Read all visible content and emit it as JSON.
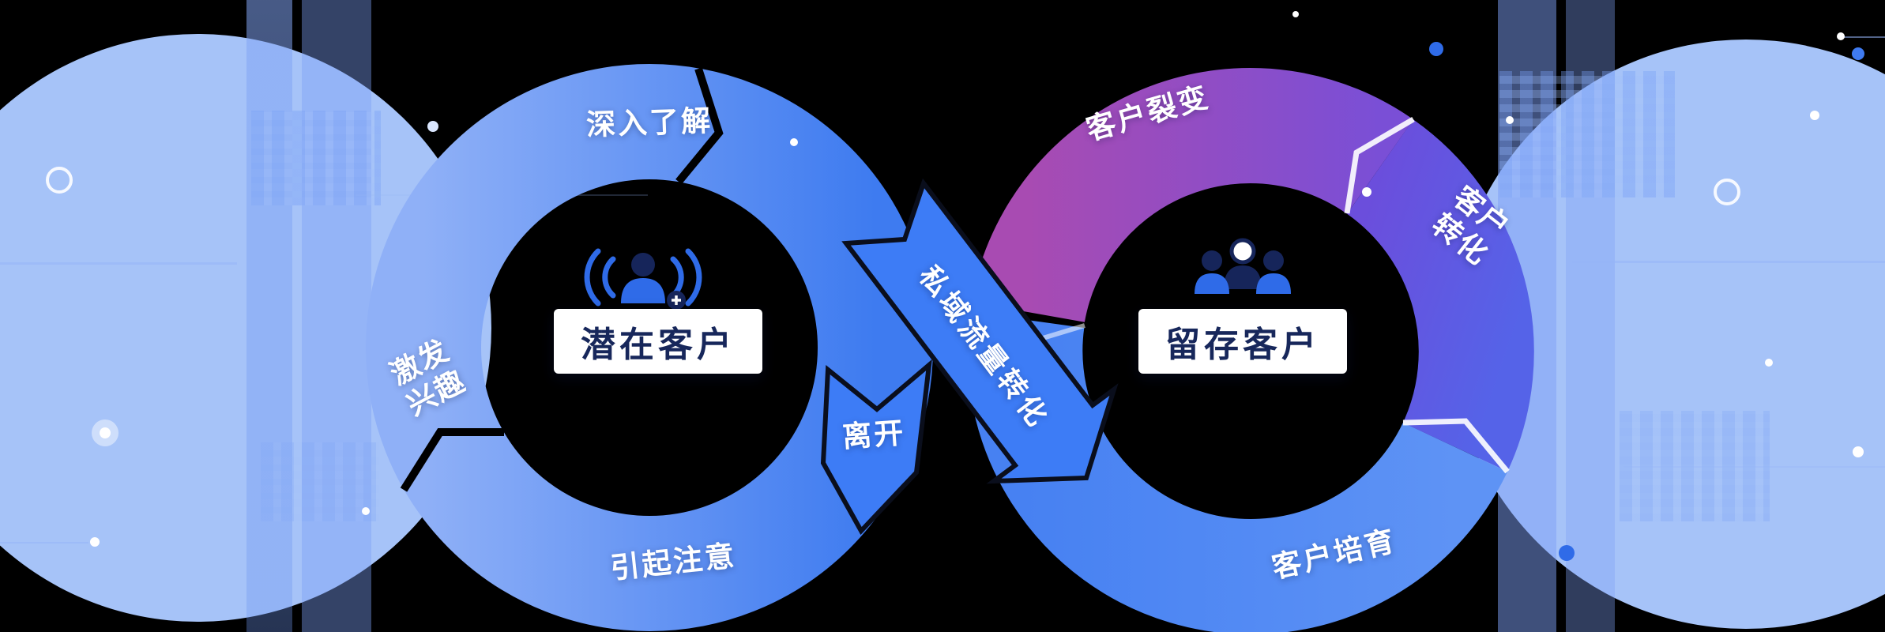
{
  "left_loop": {
    "center_label": "潜在客户",
    "stage_top": "深入了解",
    "stage_left_line1": "激发",
    "stage_left_line2": "兴趣",
    "stage_bottom": "引起注意",
    "icon": "prospect-attraction-icon"
  },
  "right_loop": {
    "center_label": "留存客户",
    "stage_top": "客户裂变",
    "stage_right_line1": "客户",
    "stage_right_line2": "转化",
    "stage_bottom": "客户培育",
    "icon": "customer-group-icon"
  },
  "connectors": {
    "leave_label": "离开",
    "conversion_label": "私域流量转化"
  },
  "colors": {
    "ring_blue": "#3E7BF0",
    "ring_blue_light": "#8FB0F7",
    "segment_purple": "#A84BB2",
    "segment_violet": "#5563E8",
    "arrow_blue": "#3D7CF6",
    "background_accent": "#A6C3F8",
    "label_text": "#FFFFFF",
    "center_text": "#17275B"
  }
}
